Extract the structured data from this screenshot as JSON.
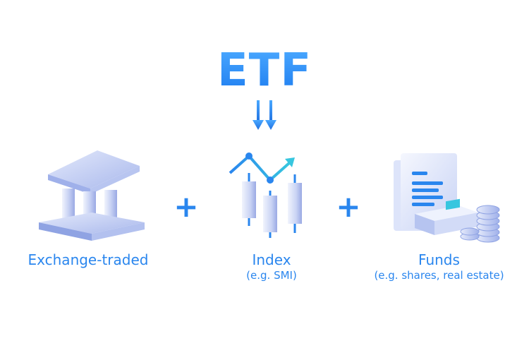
{
  "title": "ETF",
  "operator": "+",
  "components": [
    {
      "name": "Exchange-traded",
      "sub": "",
      "icon": "bank-building-icon"
    },
    {
      "name": "Index",
      "sub": "(e.g. SMI)",
      "icon": "candlestick-chart-icon"
    },
    {
      "name": "Funds",
      "sub": "(e.g. shares, real estate)",
      "icon": "document-coins-icon"
    }
  ],
  "colors": {
    "accent": "#2a86ee",
    "icon_light": "#c7d3f5",
    "icon_dark": "#8fa3e3",
    "teal": "#37c6df"
  }
}
